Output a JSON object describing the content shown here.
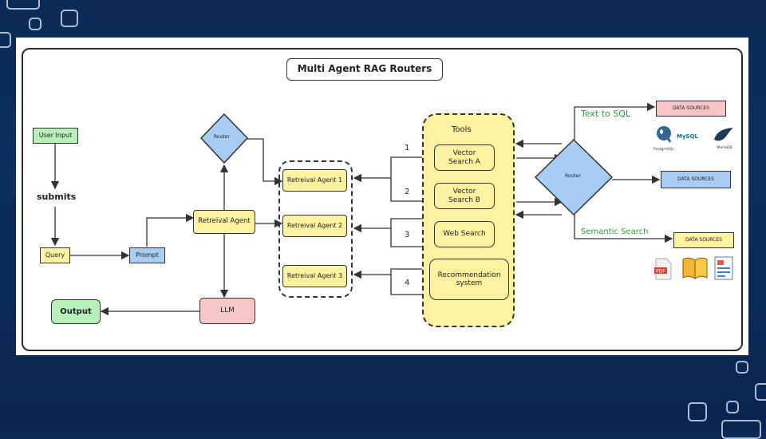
{
  "title": "Multi Agent RAG Routers",
  "nodes": {
    "user_input": "User Input",
    "submits": "submits",
    "query": "Query",
    "prompt": "Prompt",
    "router_left": "Router",
    "retrieval_agent": "Retreival Agent",
    "llm": "LLM",
    "output": "Output",
    "agent_1": "Retreival Agent 1",
    "agent_2": "Retreival Agent 2",
    "agent_3": "Retreival Agent 3",
    "tools": "Tools",
    "vector_a": "Vector Search A",
    "vector_b": "Vector Search B",
    "web_search": "Web Search",
    "recommendation": "Recommendation system",
    "router_right": "Router"
  },
  "edge_numbers": [
    "1",
    "2",
    "3",
    "4"
  ],
  "labels": {
    "text_to_sql": "Text to SQL",
    "semantic_search": "Semantic Search"
  },
  "data_sources": [
    "DATA SOURCES",
    "DATA SOURCES",
    "DATA SOURCES"
  ],
  "db_logos": {
    "postgres": "PostgreSQL",
    "mysql": "MySQL",
    "mariadb": "MariaDB"
  },
  "doc_icons": [
    "pdf-icon",
    "book-icon",
    "report-icon"
  ],
  "colors": {
    "green_node": "#b8f0b9",
    "yellow_node": "#fff2a0",
    "blue_node": "#a8ccf3",
    "pink_node": "#f7c7c7",
    "label_green": "#2e9e3a",
    "background": "#0b2a55"
  }
}
